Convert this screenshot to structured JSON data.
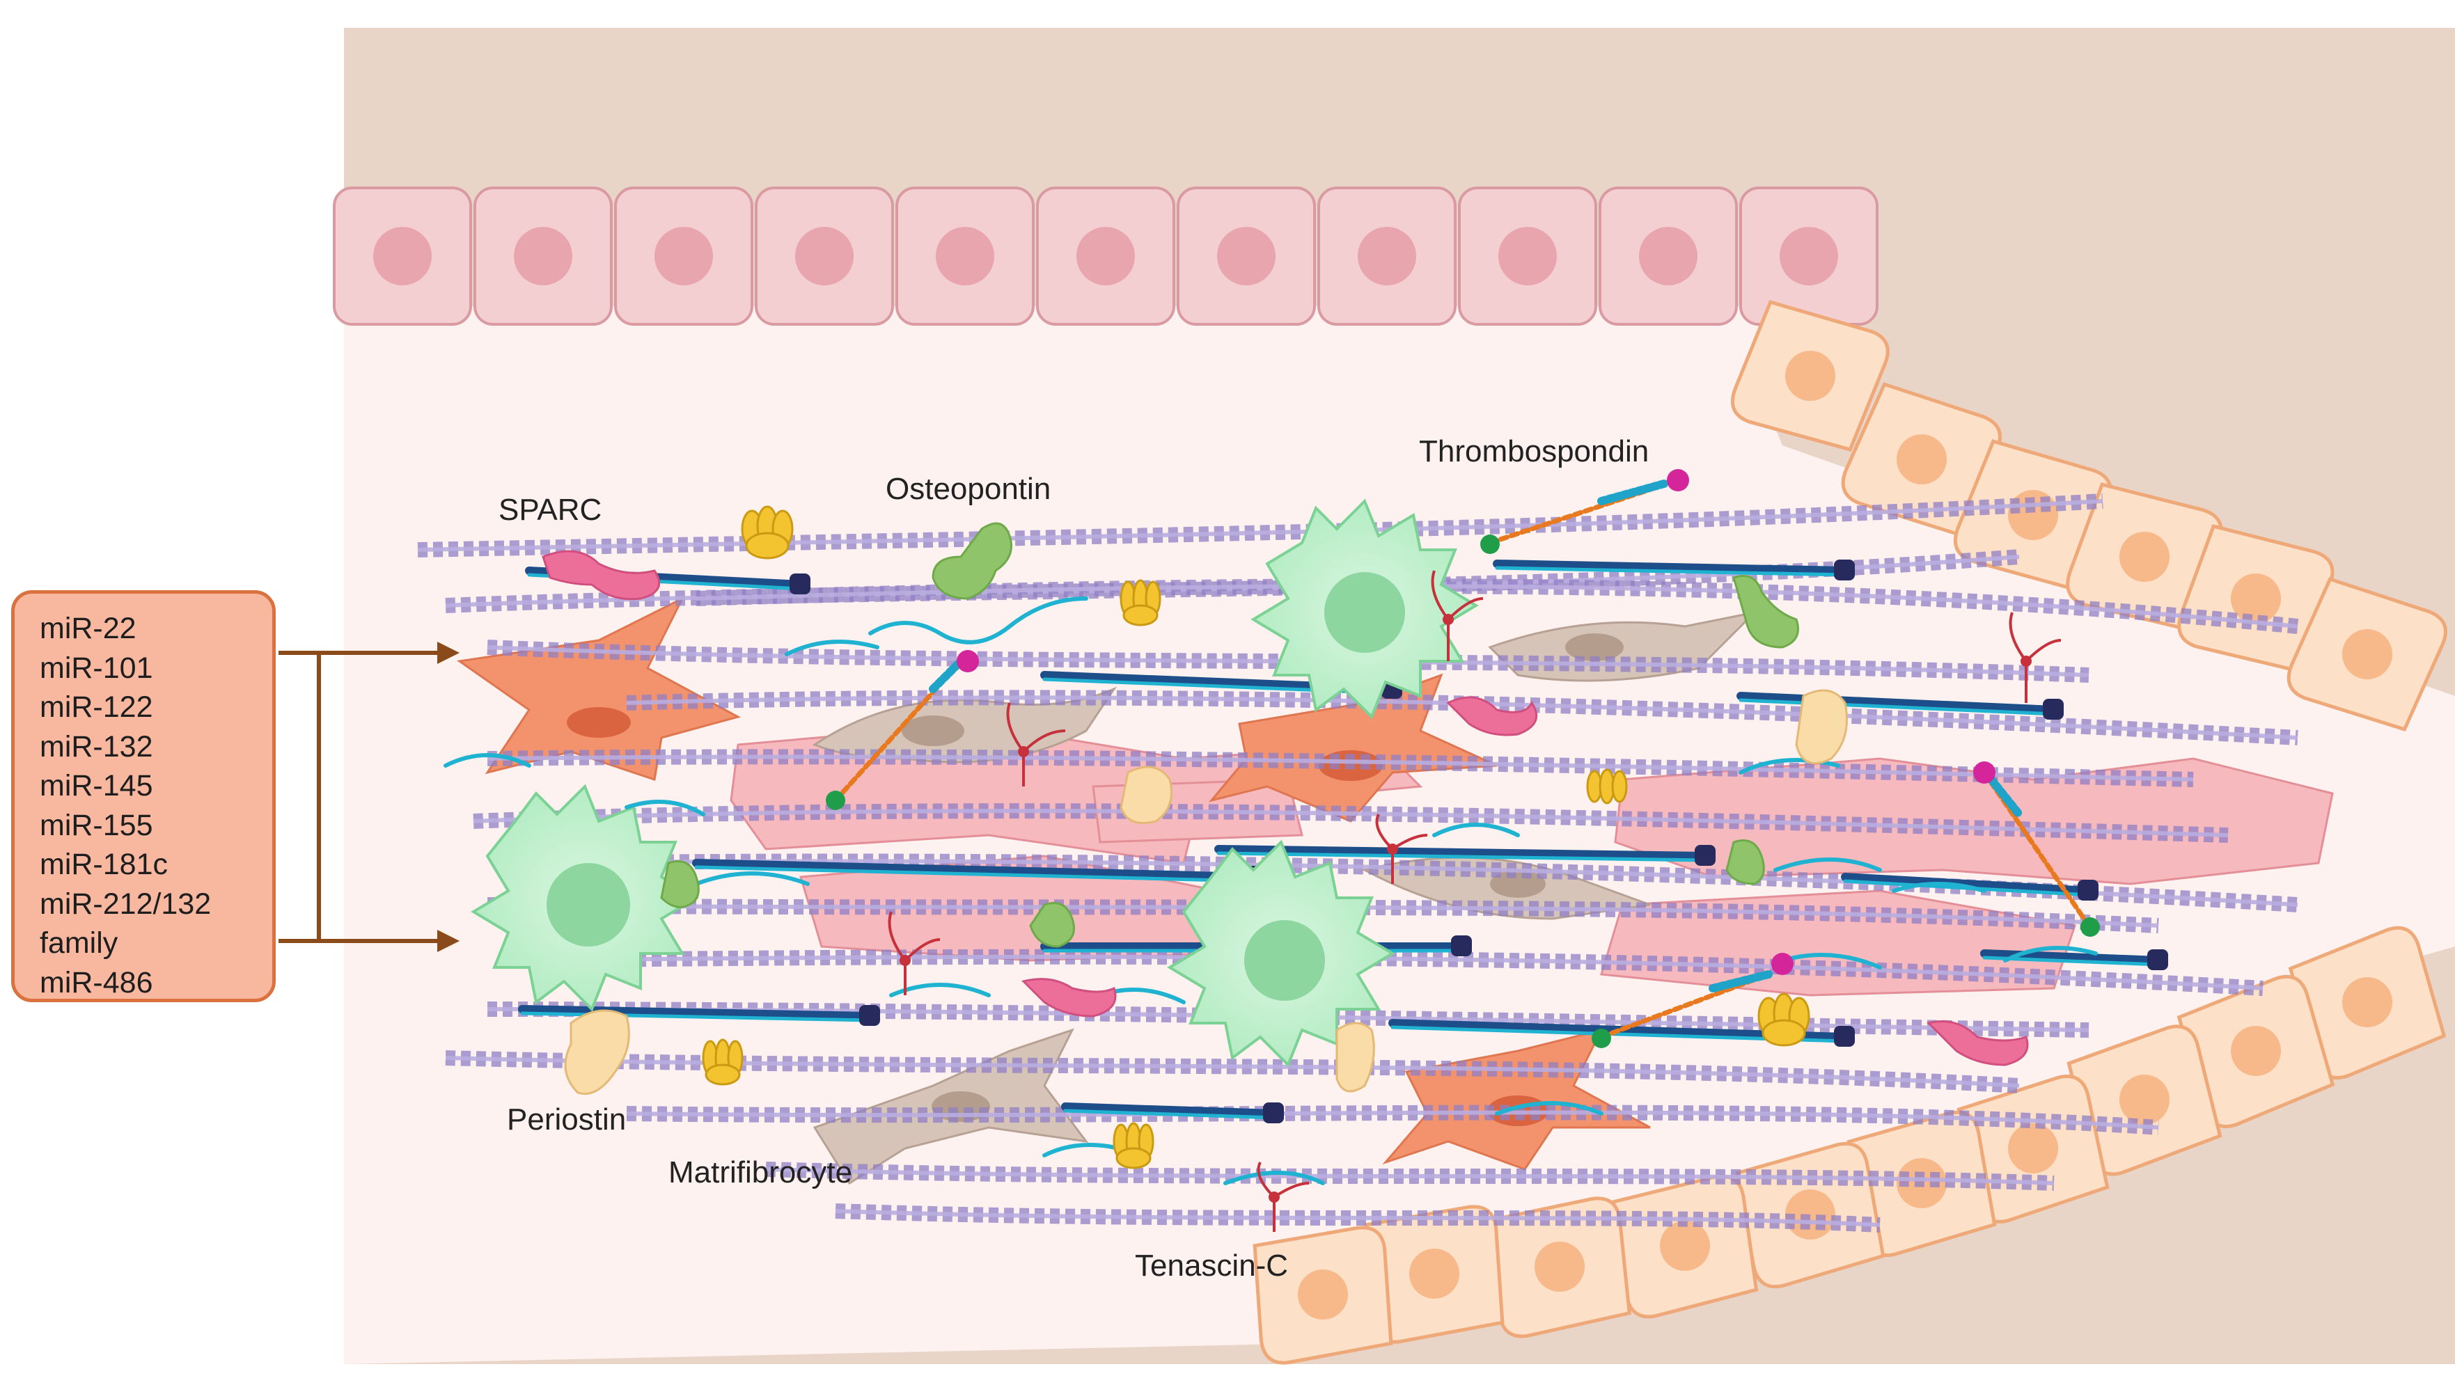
{
  "colors": {
    "top_tissue": "#e9d5c8",
    "interstitium": "#fdf2f0",
    "endothelial_cell": "#f3cfd2",
    "endothelial_border": "#d99aa2",
    "epithelial_cell": "#fde0c8",
    "epithelial_border": "#efa877",
    "collagen": "#8f7fc4",
    "collagen_core": "#1e4e8a",
    "fibronectin": "#1fb3d1",
    "sparc": "#ec6f9a",
    "osteopontin": "#8fc46a",
    "periostin": "#f9dca8",
    "tenascin": "#c7313c",
    "thrombospondin_head": "#d4269a",
    "thrombospondin_tail": "#1f9d49",
    "myofibroblast": "#f3936e",
    "matrifibrocyte": "#d6c4b8",
    "macrophage": "#b4ecc4",
    "cardiomyocyte": "#f6b9bd",
    "arrow": "#8a4a1a",
    "mir_box_fill": "#f8b8a0",
    "mir_box_border": "#d9723f"
  },
  "labels": {
    "sparc": "SPARC",
    "osteopontin": "Osteopontin",
    "thrombospondin": "Thrombospondin",
    "periostin": "Periostin",
    "matrifibrocyte": "Matrifibrocyte",
    "tenascin": "Tenascin-C"
  },
  "mirnas": [
    "miR-22",
    "miR-101",
    "miR-122",
    "miR-132",
    "miR-145",
    "miR-155",
    "miR-181c",
    "miR-212/132",
    "family",
    "miR-486"
  ]
}
